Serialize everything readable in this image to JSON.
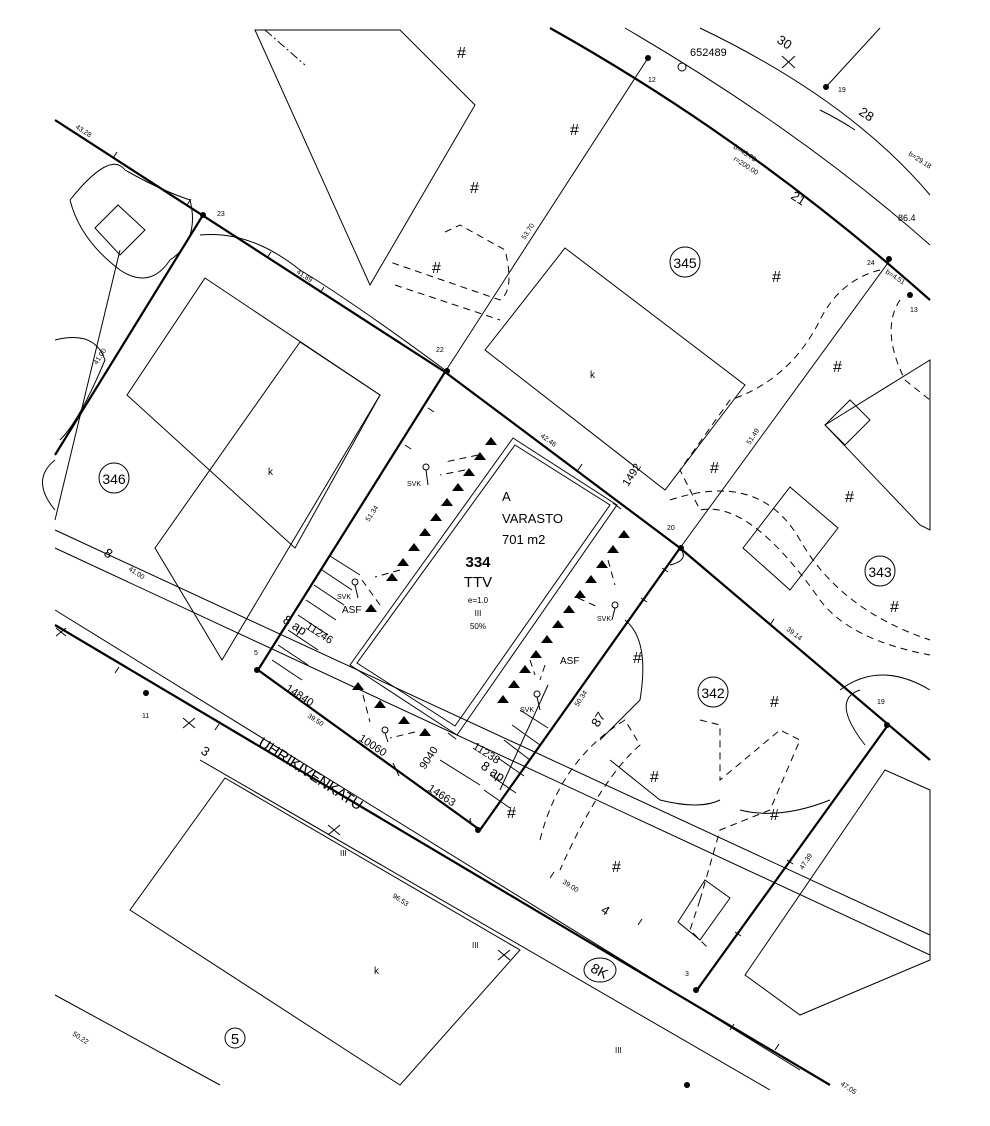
{
  "colors": {
    "ink": "#000000",
    "paper": "#ffffff"
  },
  "blocks": {
    "b346": "346",
    "b345": "345",
    "b343": "343",
    "b342": "342",
    "b5": "5",
    "b8k": "8K"
  },
  "plot334": {
    "use": "A",
    "name": "VARASTO",
    "area": "701  m2",
    "number": "334",
    "zone": "TTV",
    "efficiency": "e=1.0",
    "floors": "III",
    "coverage": "50%"
  },
  "street": {
    "name": "UHRIKIVENKATU"
  },
  "labels": {
    "svk": "SVK",
    "asf": "ASF",
    "parking_left": "8 ap",
    "parking_right": "8 ap",
    "building_k": "k",
    "hash": "#",
    "roman3": "III"
  },
  "points": [
    "652489",
    "12",
    "19",
    "23",
    "22",
    "24",
    "13",
    "20",
    "19",
    "5",
    "11",
    "4",
    "3"
  ],
  "measurements": {
    "m43_28": "43.28",
    "m41_89": "41.89",
    "m53_70": "53.70",
    "m51_49": "51.49",
    "m42_46": "42.46",
    "m51_34": "51.34",
    "m41_00": "41.00",
    "m39_14": "39.14",
    "m50_34": "50.34",
    "m39_50": "39.50",
    "m39_00": "39.00",
    "m96_53": "96.53",
    "m47_39": "47.39",
    "m50_22": "50.22",
    "m47_05": "47.05",
    "m41_00b": "41.00",
    "b45": "b=45.73",
    "r200": "r=200.00",
    "b29": "b=29.18",
    "b451": "b=4.51",
    "n30": "30",
    "n28": "28",
    "n21": "21",
    "n864": "86.4",
    "n8": "8",
    "n3": "3",
    "n87": "87",
    "n4": "4",
    "c1492": "1492",
    "c11246": "11246",
    "c14840": "14840",
    "c10060": "10060",
    "c9040": "9040",
    "c11238": "11238",
    "c14663": "14663"
  }
}
